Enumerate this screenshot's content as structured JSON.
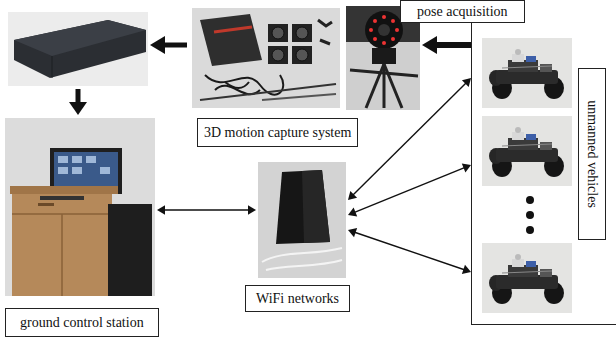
{
  "diagram": {
    "nodes": [
      {
        "text": [
          "pose acquisition"
        ]
      },
      {
        "text": [
          "3D motion capture system"
        ]
      },
      {
        "text": [
          "unmanned vehicles"
        ]
      },
      {
        "text": [
          "WiFi networks"
        ]
      },
      {
        "text": [
          "ground control station"
        ]
      }
    ],
    "edges": [
      {
        "from": 4,
        "to": 3,
        "arrow": "both"
      },
      {
        "from": 3,
        "to": 2,
        "arrow": "both"
      },
      {
        "from": 3,
        "to": 2,
        "arrow": "both"
      },
      {
        "from": 3,
        "to": 2,
        "arrow": "both"
      },
      {
        "from": 2,
        "to": 1,
        "arrow": "to"
      }
    ]
  }
}
